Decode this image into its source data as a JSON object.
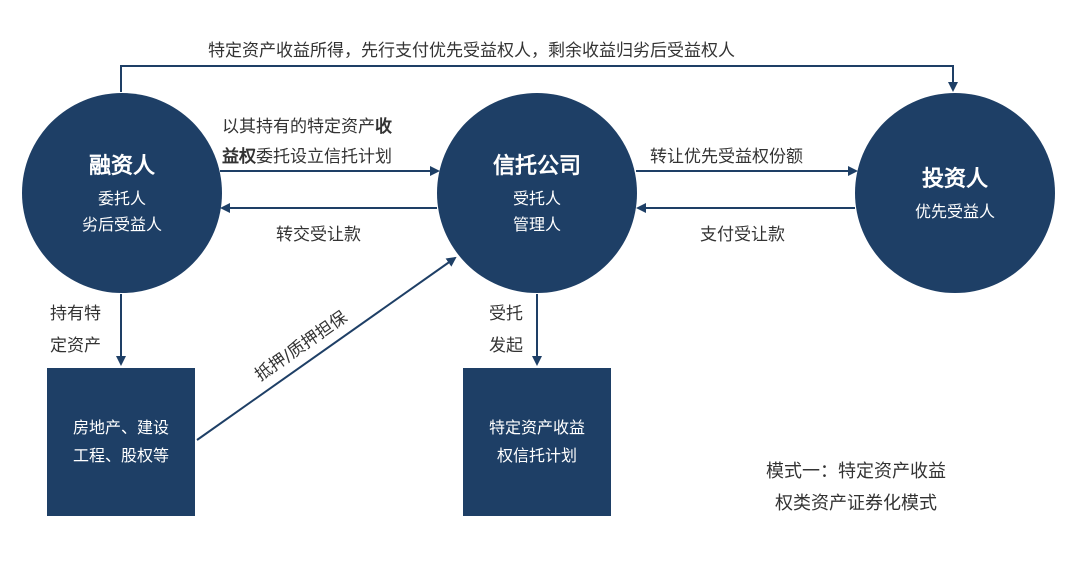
{
  "top_flow": {
    "text": "特定资产收益所得，先行支付优先受益权人，剩余收益归劣后受益权人"
  },
  "nodes": {
    "financier": {
      "title": "融资人",
      "line1": "委托人",
      "line2": "劣后受益人"
    },
    "trust": {
      "title": "信托公司",
      "line1": "受托人",
      "line2": "管理人"
    },
    "investor": {
      "title": "投资人",
      "line1": "优先受益人"
    }
  },
  "edges": {
    "entrust_part1": "以其持有的特定资产",
    "entrust_bold1": "收",
    "entrust_bold2": "益权",
    "entrust_part2": "委托设立信托计划",
    "transfer_payment": "转交受让款",
    "transfer_share": "转让优先受益权份额",
    "pay_price": "支付受让款",
    "hold_line1": "持有特",
    "hold_line2": "定资产",
    "pledge": "抵押/质押担保",
    "initiate_line1": "受托",
    "initiate_line2": "发起"
  },
  "boxes": {
    "assets": {
      "line1": "房地产、建设",
      "line2": "工程、股权等"
    },
    "plan": {
      "line1": "特定资产收益",
      "line2": "权信托计划"
    }
  },
  "caption": {
    "line1": "模式一：特定资产收益",
    "line2": "权类资产证券化模式"
  },
  "colors": {
    "node_fill": "#1e3f66",
    "arrow": "#1e3f66",
    "text": "#333333"
  }
}
